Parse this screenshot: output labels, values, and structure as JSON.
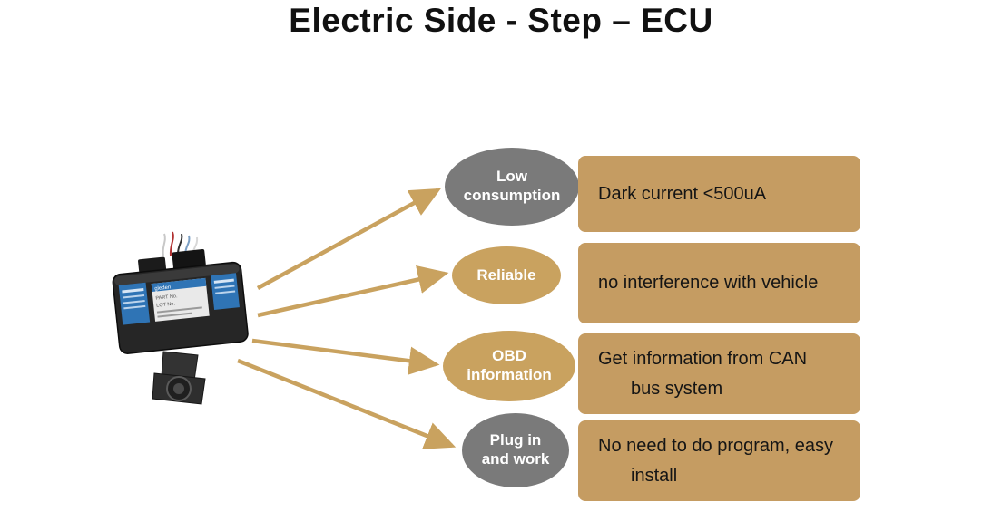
{
  "slide": {
    "title": "Electric Side - Step – ECU"
  },
  "device": {
    "brand": "gleden",
    "label_line1": "PART No.",
    "label_line2": "LOT No."
  },
  "features": [
    {
      "name": "low-consumption",
      "label_line1": "Low",
      "label_line2": "consumption",
      "desc_line1": "Dark current <500uA",
      "desc_line2": "",
      "ellipse_color": "#7a7a7a"
    },
    {
      "name": "reliable",
      "label_line1": "Reliable",
      "label_line2": "",
      "desc_line1": "no interference with vehicle",
      "desc_line2": "",
      "ellipse_color": "#c9a25f"
    },
    {
      "name": "obd-information",
      "label_line1": "OBD",
      "label_line2": "information",
      "desc_line1": "Get information from CAN",
      "desc_line2": "bus system",
      "ellipse_color": "#c9a25f"
    },
    {
      "name": "plug-in-and-work",
      "label_line1": "Plug in",
      "label_line2": "and work",
      "desc_line1": "No need to do program, easy",
      "desc_line2": "install",
      "ellipse_color": "#7a7a7a"
    }
  ],
  "colors": {
    "ellipse_gray": "#7a7a7a",
    "ellipse_tan": "#c9a25f",
    "box_tan": "#c59c62",
    "arrow": "#c9a25f",
    "title_text": "#111111",
    "box_text": "#151515"
  }
}
